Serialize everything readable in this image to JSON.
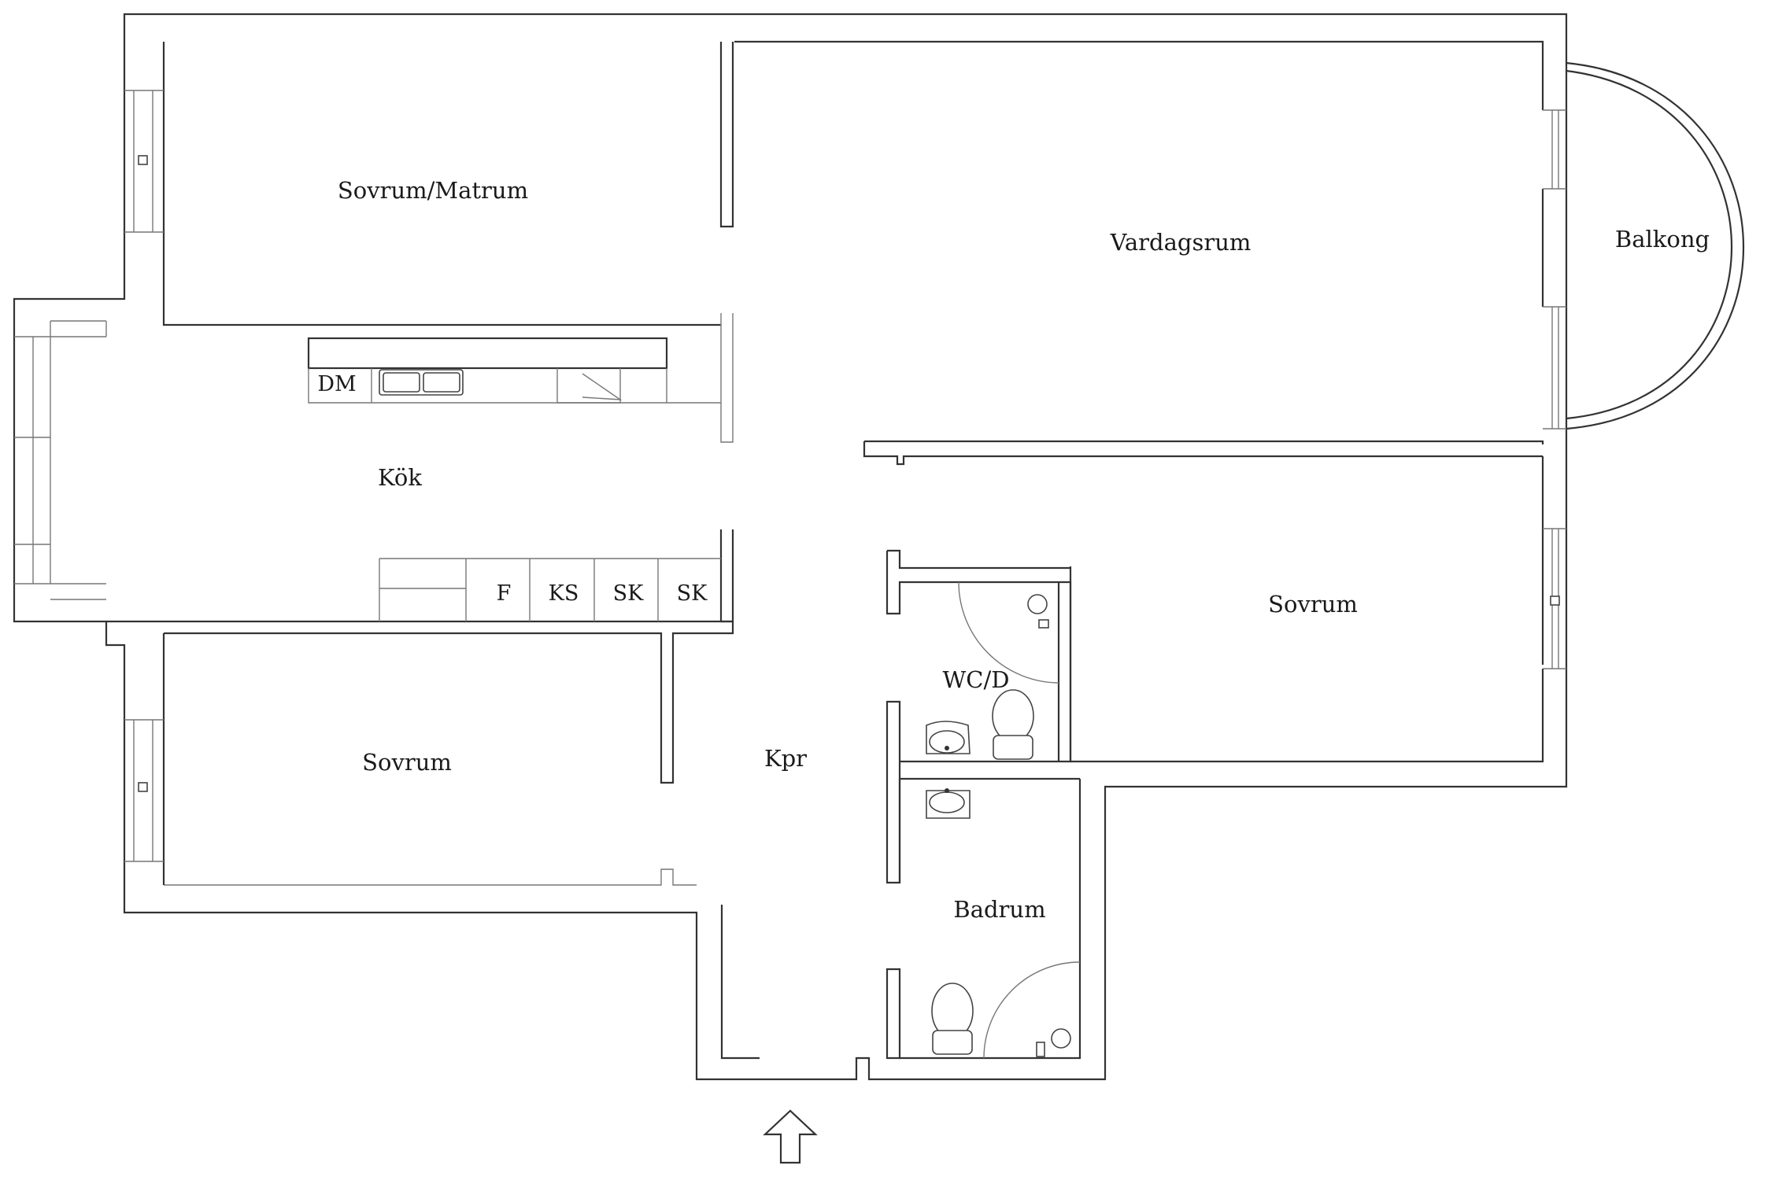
{
  "rooms": {
    "sovrum_matrum": "Sovrum/Matrum",
    "vardagsrum": "Vardagsrum",
    "balkong": "Balkong",
    "kok": "Kök",
    "sovrum_east": "Sovrum",
    "sovrum_west": "Sovrum",
    "kpr": "Kpr",
    "wcd": "WC/D",
    "badrum": "Badrum"
  },
  "appliances": {
    "dm": "DM",
    "f": "F",
    "ks": "KS",
    "sk1": "SK",
    "sk2": "SK"
  },
  "icons": {
    "entrance": "entrance-arrow-icon"
  },
  "colors": {
    "wall": "#333333",
    "background": "#ffffff"
  }
}
